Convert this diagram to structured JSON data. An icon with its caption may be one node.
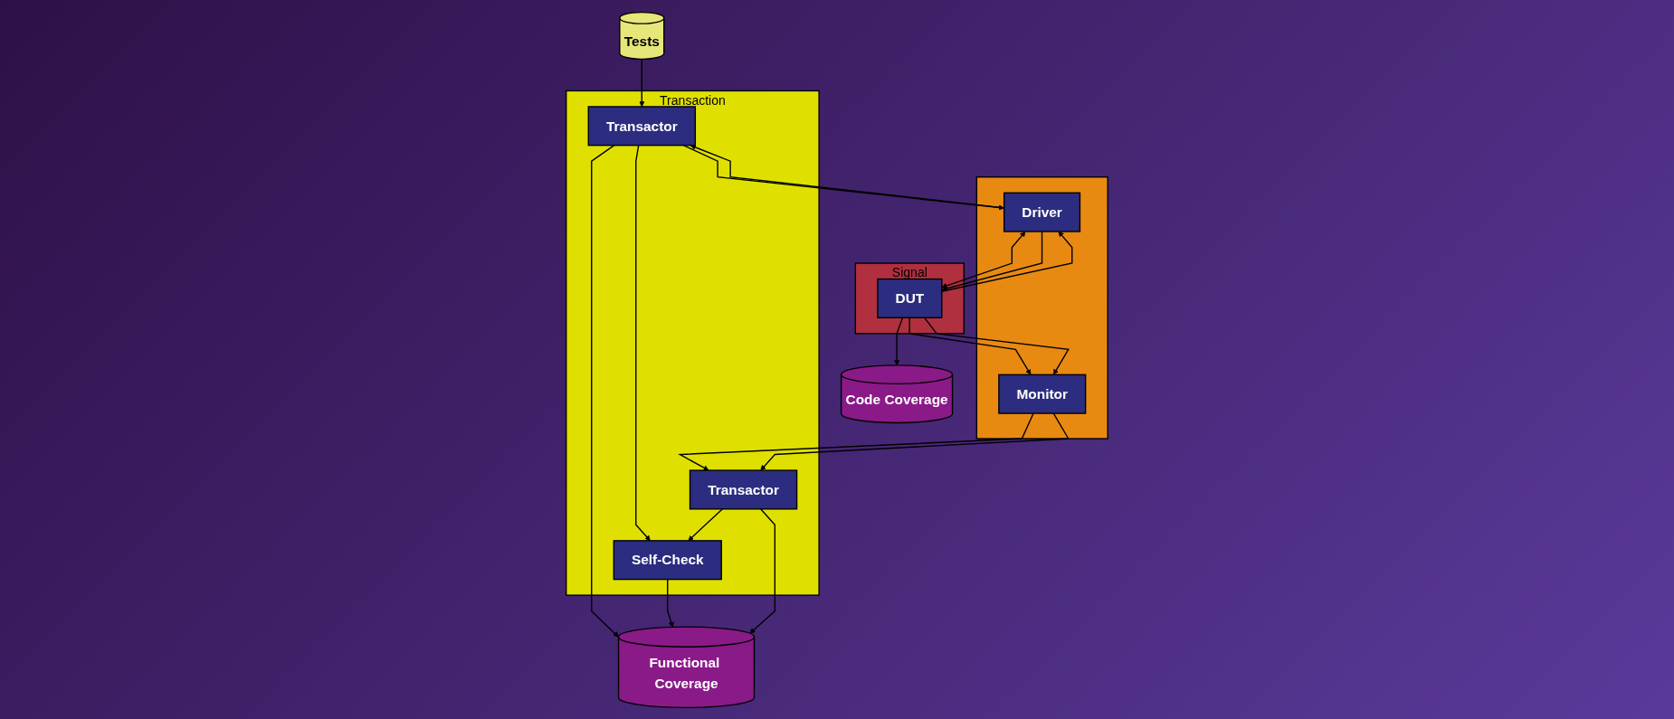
{
  "diagram": {
    "nodes": [
      {
        "text": [
          "Tests"
        ]
      },
      {
        "text": [
          "Transaction"
        ]
      },
      {
        "text": [
          "Transactor"
        ],
        "in": 1
      },
      {
        "text": [
          "Self-Check"
        ],
        "in": 1
      },
      {
        "text": [
          "Transactor"
        ],
        "in": 1
      },
      {
        "text": [
          "Functional Coverage"
        ]
      },
      {
        "text": [],
        "shape": "box"
      },
      {
        "text": [
          "Driver"
        ],
        "in": 6
      },
      {
        "text": [
          "Monitor"
        ],
        "in": 6
      },
      {
        "text": [
          "Signal"
        ]
      },
      {
        "text": [
          "DUT"
        ],
        "in": 9
      },
      {
        "text": [
          "Code Coverage"
        ]
      }
    ],
    "edges": [
      {
        "from": 0,
        "to": 2,
        "arrow": "to"
      },
      {
        "from": 2,
        "to": 3,
        "arrow": "to"
      },
      {
        "from": 4,
        "to": 3,
        "arrow": "to"
      },
      {
        "from": 2,
        "to": 5,
        "arrow": "to"
      },
      {
        "from": 3,
        "to": 5,
        "arrow": "to"
      },
      {
        "from": 4,
        "to": 5,
        "arrow": "to"
      },
      {
        "from": 2,
        "to": 7,
        "arrow": "to"
      },
      {
        "from": 7,
        "to": 2,
        "arrow": "to"
      },
      {
        "from": 8,
        "to": 4,
        "arrow": "to"
      },
      {
        "from": 8,
        "to": 4,
        "arrow": "to"
      },
      {
        "from": 10,
        "to": 7,
        "arrow": "to"
      },
      {
        "from": 7,
        "to": 10,
        "arrow": "both"
      },
      {
        "from": 7,
        "to": 10,
        "arrow": "to"
      },
      {
        "from": 10,
        "to": 8,
        "arrow": "to"
      },
      {
        "from": 10,
        "to": 8,
        "arrow": "to"
      },
      {
        "from": 10,
        "to": 11,
        "arrow": "to"
      }
    ]
  }
}
